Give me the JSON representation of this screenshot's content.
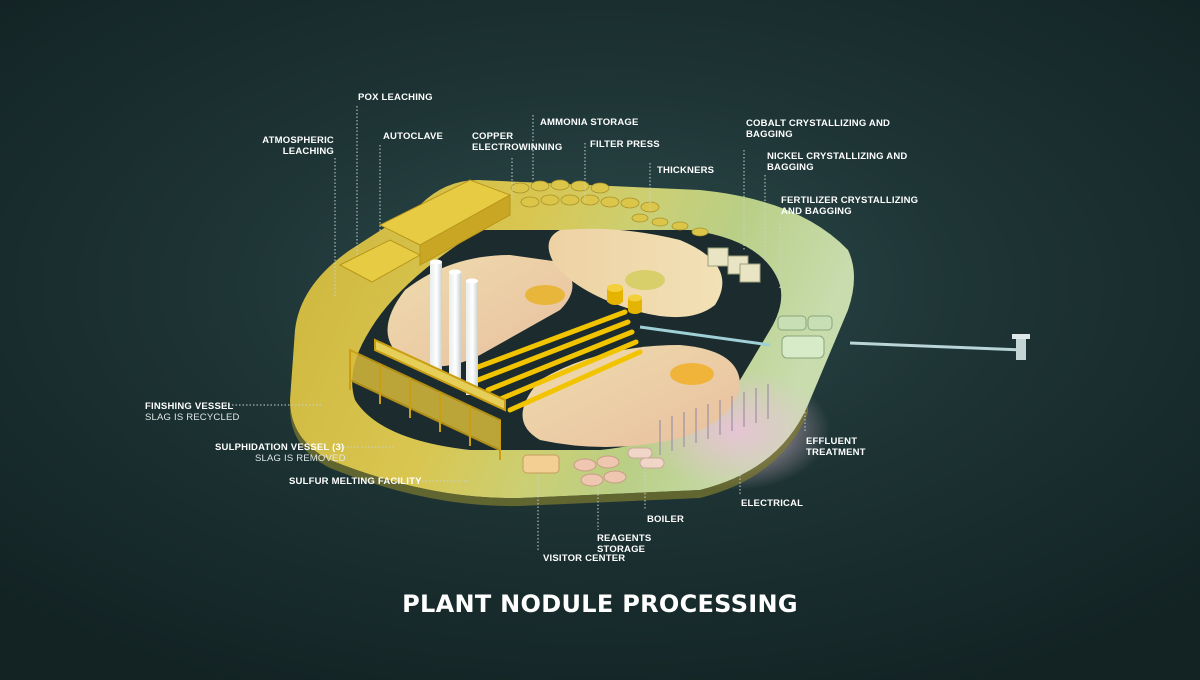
{
  "title": "PLANT NODULE PROCESSING",
  "colors": {
    "background": "#1d3334",
    "ring_yellow": "#d8c54a",
    "ring_pink": "#e3c6d2",
    "ring_green": "#bccf86",
    "inner_pad": "#edcc9f",
    "pipes": "#f2c400",
    "leader_lines": "#c9d2d1"
  },
  "labels": {
    "pox_leaching": "POX LEACHING",
    "atmospheric_leaching_1": "ATMOSPHERIC",
    "atmospheric_leaching_2": "LEACHING",
    "autoclave": "AUTOCLAVE",
    "copper_1": "COPPER",
    "copper_2": "ELECTROWINNING",
    "ammonia_storage": "AMMONIA STORAGE",
    "filter_press": "FILTER PRESS",
    "thickners": "THICKNERS",
    "cobalt_1": "COBALT CRYSTALLIZING AND",
    "cobalt_2": "BAGGING",
    "nickel_1": "NICKEL CRYSTALLIZING AND",
    "nickel_2": "BAGGING",
    "fertilizer_1": "FERTILIZER CRYSTALLIZING",
    "fertilizer_2": "AND BAGGING",
    "finishing_vessel": "FINSHING VESSEL",
    "finishing_vessel_sub": "SLAG IS RECYCLED",
    "sulphidation_vessel": "SULPHIDATION VESSEL (3)",
    "sulphidation_vessel_sub": "SLAG IS REMOVED",
    "sulfur_melting": "SULFUR MELTING FACILITY",
    "visitor_center": "VISITOR CENTER",
    "reagents_1": "REAGENTS",
    "reagents_2": "STORAGE",
    "boiler": "BOILER",
    "electrical": "ELECTRICAL",
    "effluent_1": "EFFLUENT",
    "effluent_2": "TREATMENT"
  }
}
